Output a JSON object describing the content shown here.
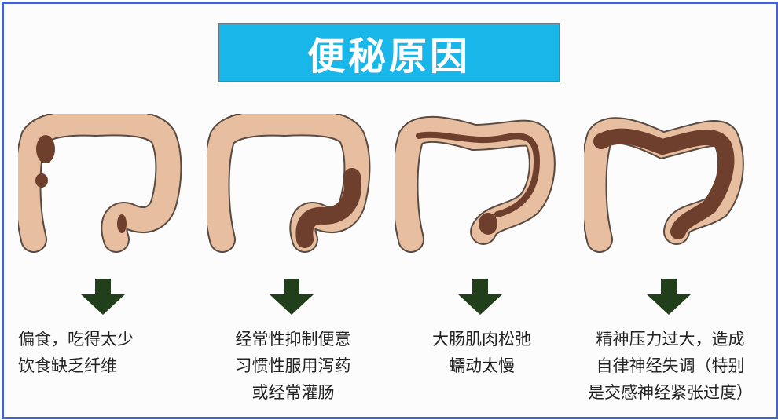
{
  "title": "便秘原因",
  "panels": [
    {
      "caption_lines": [
        "偏食，吃得太少",
        "饮食缺乏纤维"
      ]
    },
    {
      "caption_lines": [
        "经常性抑制便意",
        "习惯性服用泻药",
        "或经常灌肠"
      ]
    },
    {
      "caption_lines": [
        "大肠肌肉松弛",
        "蠕动太慢"
      ]
    },
    {
      "caption_lines": [
        "精神压力过大，造成",
        "自律神经失调（特别",
        "是交感神经紧张过度）"
      ]
    }
  ],
  "colors": {
    "title_bg": "#19b6ea",
    "frame_border": "#4a63c8",
    "colon_fill": "#e8bea0",
    "colon_stroke": "#5a4a40",
    "stool_fill": "#6e3f2c",
    "arrow_fill": "#223f1c"
  },
  "icons": [
    "colon-icon",
    "down-arrow-icon"
  ]
}
